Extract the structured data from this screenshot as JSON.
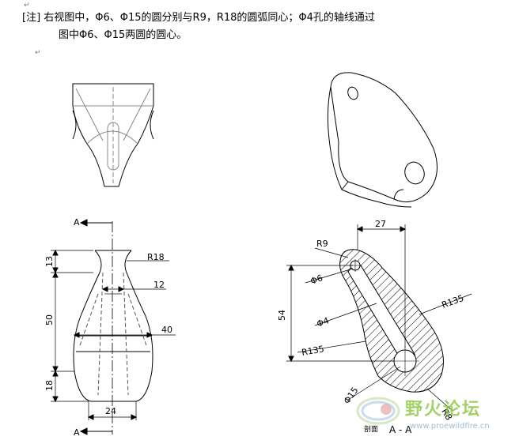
{
  "note": {
    "line1": "[注] 右视图中，Φ6、Φ15的圆分别与R9，R18的圆弧同心；Φ4孔的轴线通过",
    "line2": "图中Φ6、Φ15两圆的圆心。"
  },
  "marks": {
    "para": "↵"
  },
  "dims": {
    "R18": "R18",
    "d12": "12",
    "d40": "40",
    "d13": "13",
    "d50": "50",
    "d18": "18",
    "d24": "24",
    "A": "A",
    "d27": "27",
    "R9": "R9",
    "phi6": "Φ6",
    "phi4": "Φ4",
    "phi15": "Φ15",
    "R135a": "R135",
    "R135b": "R135",
    "d54": "54",
    "R8": "R8",
    "section": "剖面",
    "sectionAA": "A - A"
  },
  "watermark": {
    "cn": "野火论坛",
    "url": "www.proewildfire.cn"
  },
  "colors": {
    "line": "#000000",
    "watermark_green": "#8dc63f",
    "watermark_blue": "#5aa0d0"
  }
}
